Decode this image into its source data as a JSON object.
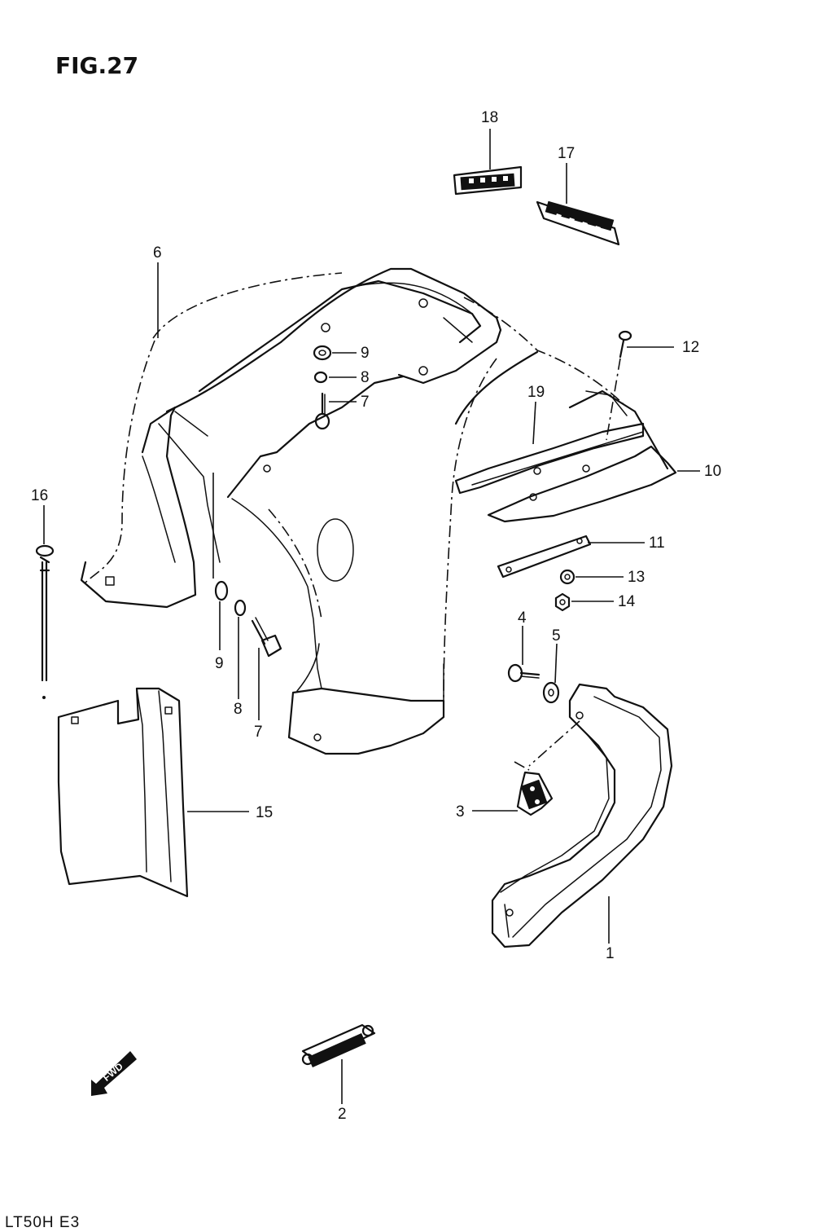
{
  "figure": {
    "title": "FIG.27",
    "model_code": "LT50H E3"
  },
  "callouts": {
    "c1": "1",
    "c2": "2",
    "c3": "3",
    "c4": "4",
    "c5": "5",
    "c6": "6",
    "c7_upper": "7",
    "c7_lower": "7",
    "c8_upper": "8",
    "c8_lower": "8",
    "c9_upper": "9",
    "c9_lower": "9",
    "c10": "10",
    "c11": "11",
    "c12": "12",
    "c13": "13",
    "c14": "14",
    "c15": "15",
    "c16": "16",
    "c17": "17",
    "c18": "18",
    "c19": "19"
  },
  "direction_marker": {
    "label": "FWD",
    "icon": "forward-arrow-icon"
  },
  "colors": {
    "ink": "#111111",
    "paper": "#ffffff"
  }
}
